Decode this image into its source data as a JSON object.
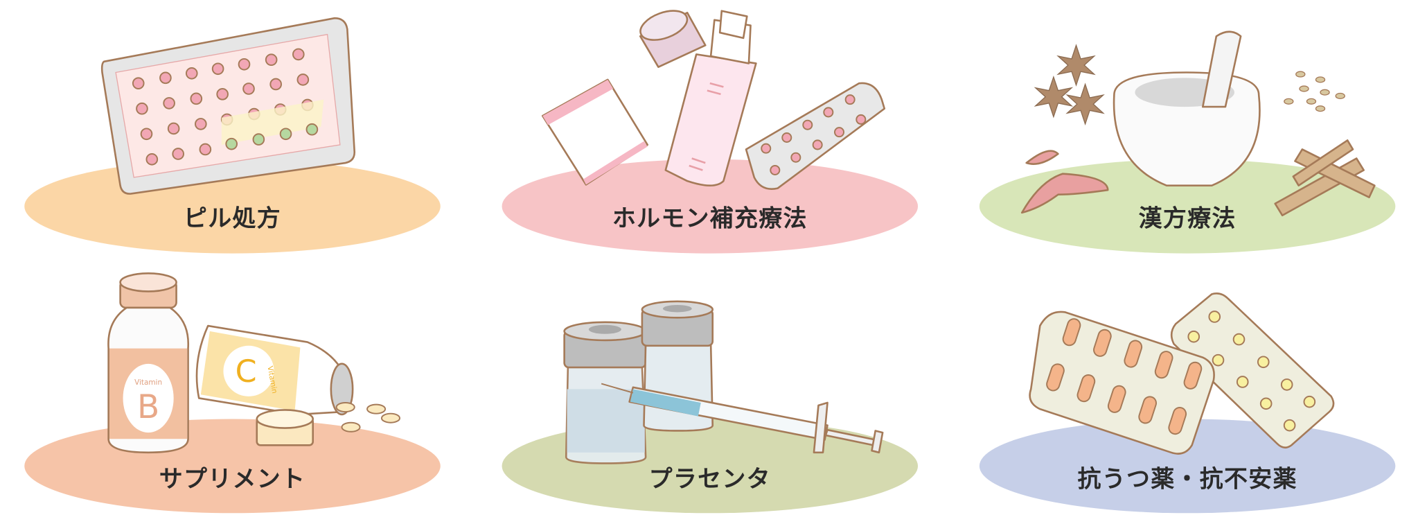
{
  "panels": [
    {
      "label": "ピル処方",
      "color": "#fbd6a6",
      "icon": "pill-pack-icon"
    },
    {
      "label": "ホルモン補充療法",
      "color": "#f7c4c6",
      "icon": "hormone-therapy-icon"
    },
    {
      "label": "漢方療法",
      "color": "#d8e6b8",
      "icon": "mortar-herbs-icon"
    },
    {
      "label": "サプリメント",
      "color": "#f6c4a8",
      "icon": "supplement-bottles-icon"
    },
    {
      "label": "プラセンタ",
      "color": "#d5dab0",
      "icon": "vial-syringe-icon"
    },
    {
      "label": "抗うつ薬・抗不安薬",
      "color": "#c6cfe8",
      "icon": "blister-pack-icon"
    }
  ],
  "bottles": {
    "b_word": "Vitamin",
    "b_letter": "B",
    "c_word": "Vitamin",
    "c_letter": "C"
  }
}
